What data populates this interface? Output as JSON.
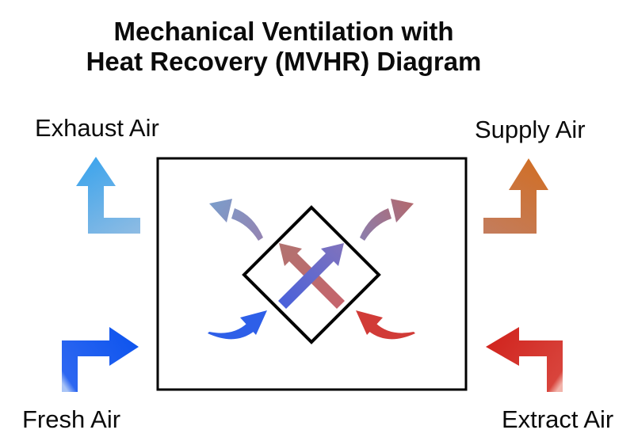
{
  "title": {
    "line1": "Mechanical Ventilation with",
    "line2": "Heat Recovery (MVHR) Diagram"
  },
  "labels": {
    "exhaust": "Exhaust Air",
    "supply": "Supply Air",
    "fresh": "Fresh Air",
    "extract": "Extract Air"
  },
  "colors": {
    "background": "#ffffff",
    "outline": "#000000",
    "text": "#0b0b0b",
    "exhaust_arrow_tail": "#8fbce3",
    "exhaust_arrow_head": "#3fa5ec",
    "supply_arrow_tail": "#c37d5e",
    "supply_arrow_head": "#d06f28",
    "fresh_arrow": "#1659ef",
    "extract_arrow": "#d1251f",
    "cross_cold_tail": "#4a61da",
    "cross_cold_head": "#8173bc",
    "cross_warm_tail": "#c5646c",
    "cross_warm_head": "#b17370",
    "curve_cold_in": "#2e5fe8",
    "curve_warm_in": "#d13b37",
    "curve_cold_out_tail": "#9484b2",
    "curve_cold_out_head": "#7c9cca",
    "curve_warm_out_tail": "#8c7ead",
    "curve_warm_out_head": "#b2696f"
  }
}
